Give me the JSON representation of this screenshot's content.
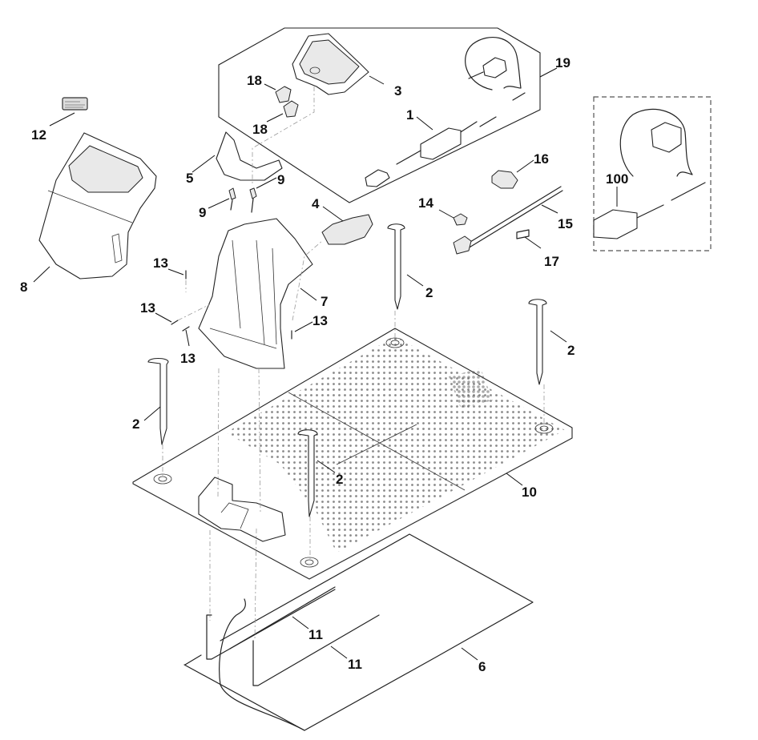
{
  "diagram": {
    "title": "Docking station exploded parts view",
    "callouts": {
      "c1": "1",
      "c2a": "2",
      "c2b": "2",
      "c2c": "2",
      "c2d": "2",
      "c3": "3",
      "c4": "4",
      "c5": "5",
      "c6": "6",
      "c7": "7",
      "c8": "8",
      "c9a": "9",
      "c9b": "9",
      "c10": "10",
      "c11a": "11",
      "c11b": "11",
      "c12": "12",
      "c13a": "13",
      "c13b": "13",
      "c13c": "13",
      "c13d": "13",
      "c14": "14",
      "c15": "15",
      "c16": "16",
      "c17": "17",
      "c18a": "18",
      "c18b": "18",
      "c19": "19",
      "c100": "100"
    }
  }
}
